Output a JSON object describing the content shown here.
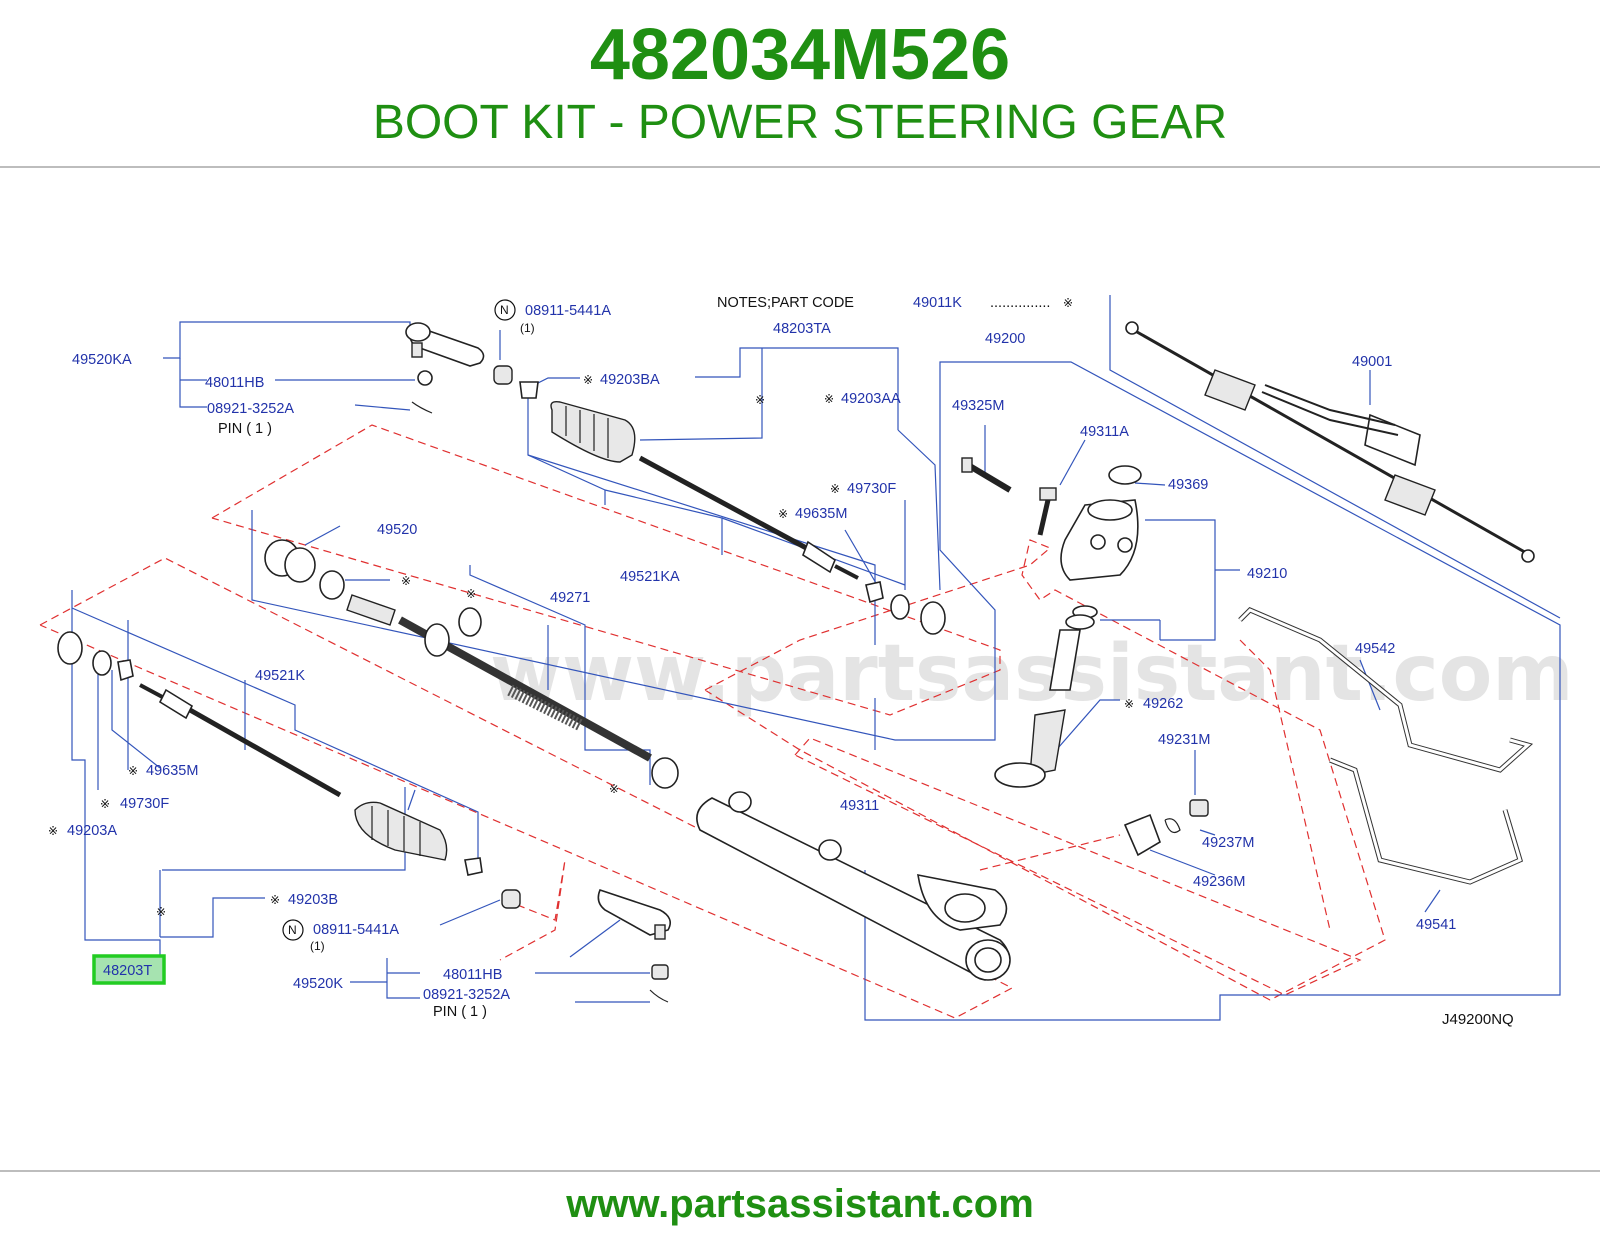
{
  "header": {
    "part_number": "482034M526",
    "title": "BOOT KIT - POWER STEERING GEAR"
  },
  "diagram": {
    "watermark": "www.partsassistant.com",
    "notes": {
      "label": "NOTES;PART   CODE",
      "code": "49011K",
      "dots": "...............",
      "mark": "※"
    },
    "diagram_code": "J49200NQ",
    "highlighted_part": "48203T",
    "labels": {
      "p49520KA": "49520KA",
      "p48011HB_top": "48011HB",
      "p08921_top": "08921-3252A",
      "pin_top": "PIN  ( 1 )",
      "n_top": "N",
      "p08911_top": "08911-5441A",
      "qty_top": "(1)",
      "p48203TA": "48203TA",
      "p49203BA": "49203BA",
      "p49203AA": "49203AA",
      "p49200": "49200",
      "p49001": "49001",
      "p49325M": "49325M",
      "p49311A": "49311A",
      "p49369": "49369",
      "p49520": "49520",
      "p49730F_top": "49730F",
      "p49635M_top": "49635M",
      "p49521KA": "49521KA",
      "p49210": "49210",
      "p49271": "49271",
      "p49542": "49542",
      "p49521K": "49521K",
      "p49262": "49262",
      "p49231M": "49231M",
      "p49635M_bot": "49635M",
      "p49730F_bot": "49730F",
      "p49203A": "49203A",
      "p49311": "49311",
      "p49237M": "49237M",
      "p49236M": "49236M",
      "p49203B": "49203B",
      "n_bot": "N",
      "p08911_bot": "08911-5441A",
      "qty_bot": "(1)",
      "p49541": "49541",
      "p48011HB_bot": "48011HB",
      "p49520K": "49520K",
      "p08921_bot": "08921-3252A",
      "pin_bot": "PIN  ( 1 )",
      "mark": "※"
    }
  },
  "footer": {
    "url": "www.partsassistant.com"
  },
  "colors": {
    "brand_green": "#1f8f12",
    "label_blue": "#2233aa",
    "leader_blue": "#3355bb",
    "dashed_red": "#e03030",
    "highlight_green": "#22cc22"
  }
}
